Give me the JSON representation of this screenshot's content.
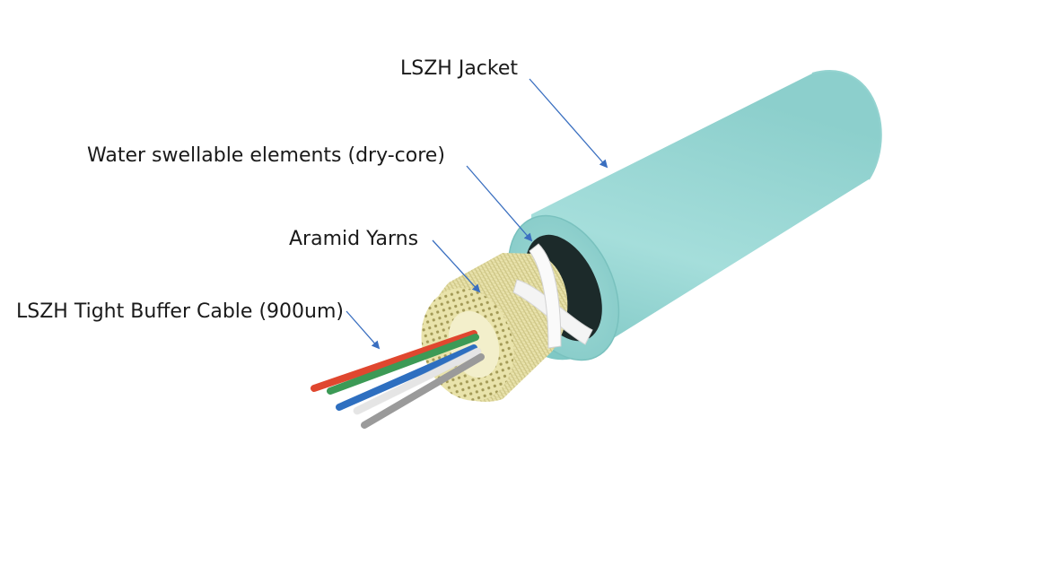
{
  "labels": {
    "jacket": "LSZH Jacket",
    "water_swellable": "Water swellable elements (dry-core)",
    "aramid": "Aramid Yarns",
    "tight_buffer": "LSZH Tight Buffer Cable (900um)"
  },
  "colors": {
    "jacket": "#9ed9d6",
    "jacket_dark": "#6fbcba",
    "aramid": "#e6e0a6",
    "water_tape": "#f4f4f4",
    "leader_arrow": "#3a6fc0",
    "fibers": [
      "#e0472f",
      "#3c9a56",
      "#2e6fc0",
      "#f2f2f2",
      "#9a9a9a"
    ]
  }
}
